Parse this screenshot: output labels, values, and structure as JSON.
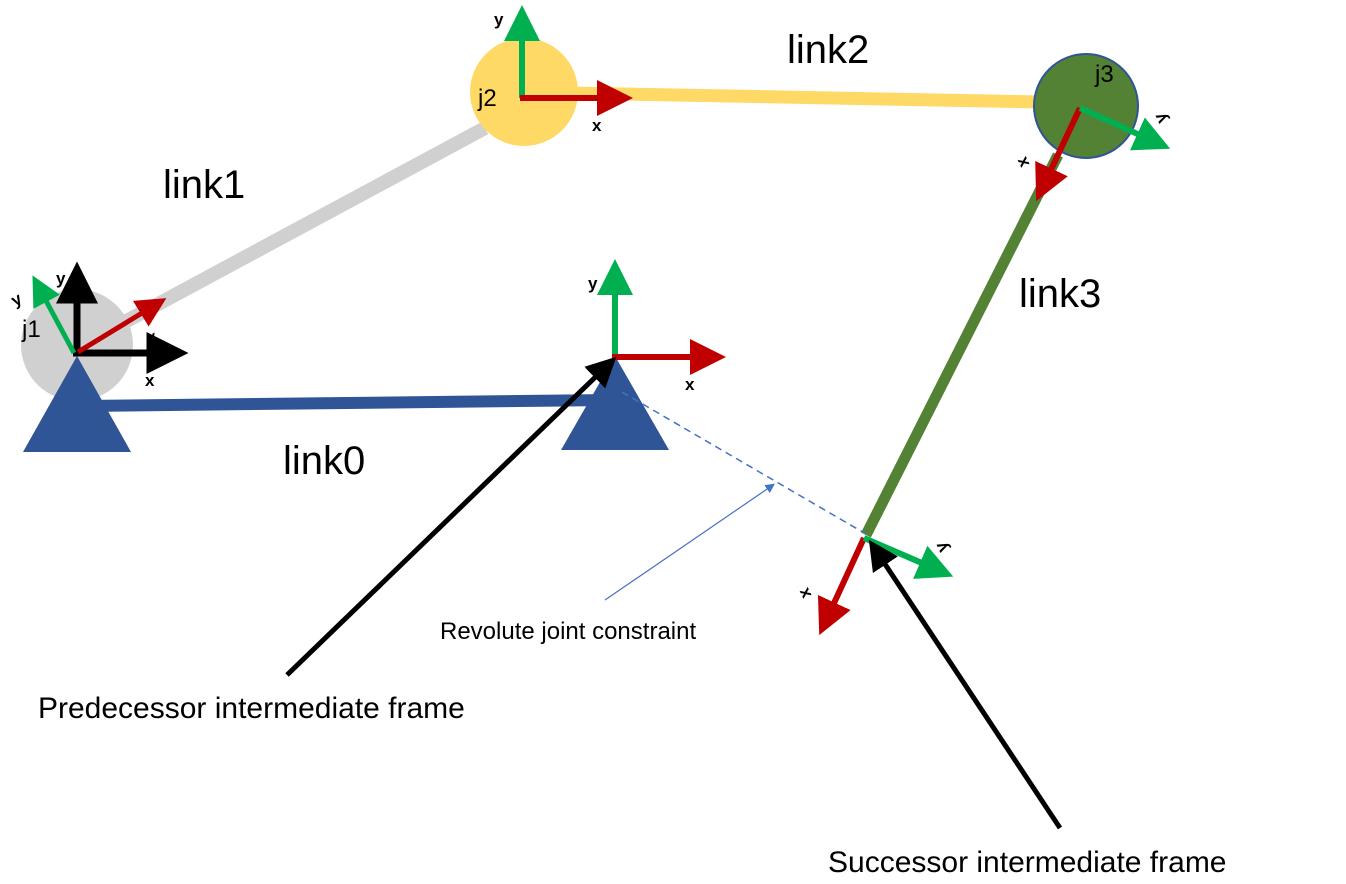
{
  "links": {
    "link0": "link0",
    "link1": "link1",
    "link2": "link2",
    "link3": "link3"
  },
  "joints": {
    "j1": "j1",
    "j2": "j2",
    "j3": "j3"
  },
  "axes": {
    "x": "x",
    "y": "y"
  },
  "annotations": {
    "revolute": "Revolute joint constraint",
    "predecessor": "Predecessor intermediate frame",
    "successor": "Successor intermediate frame"
  },
  "colors": {
    "base": "#2f5597",
    "link1": "#d0d0d0",
    "link2": "#ffd966",
    "link3": "#548235",
    "joint3": "#548235",
    "x_axis": "#c00000",
    "y_axis": "#00b050",
    "world": "#000000",
    "constraint": "#4472c4"
  }
}
